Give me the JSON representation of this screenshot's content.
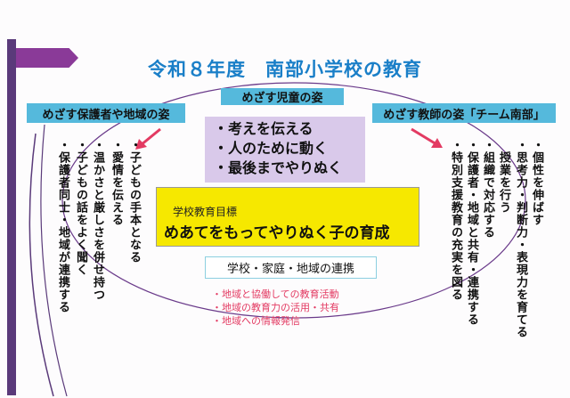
{
  "title": "令和８年度　南部小学校の教育",
  "child_header": "めざす児童の姿",
  "parent_header": "めざす保護者や地域の姿",
  "teacher_header": "めざす教師の姿「チーム南部」",
  "child_items": [
    "・考えを伝える",
    "・人のために動く",
    "・最後までやりぬく"
  ],
  "goal": {
    "label": "学校教育目標",
    "text": "めあてをもってやりぬく子の育成"
  },
  "link": "学校・家庭・地域の連携",
  "link_items": [
    "・地域と協働しての教育活動",
    "・地域の教育力の活用・共有",
    "・地域への情報発信"
  ],
  "parent_items": [
    "・子どもの手本となる",
    "・愛情を伝える",
    "・温かさと厳しさを併せ持つ",
    "・子どもの話をよく聞く",
    "・保護者同士・地域が連携する"
  ],
  "teacher_items": [
    "・個性を伸ばす",
    "・思考力・判断力・表現力を育てる",
    "　授業を行う",
    "・組織で対応する",
    "・保護者・地域と共有・連携する",
    "・特別支援教育の充実を図る"
  ],
  "colors": {
    "title": "#1a7fc8",
    "header": "#55b9dc",
    "goal": "#f6e800",
    "red": "#e33a62",
    "purple": "#d9c9ea"
  }
}
